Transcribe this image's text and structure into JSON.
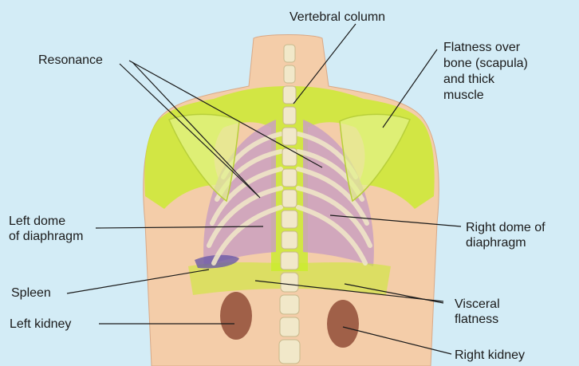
{
  "labels": {
    "vertebral_column": "Vertebral column",
    "resonance": "Resonance",
    "flatness_bone": "Flatness over\nbone (scapula)\nand thick\nmuscle",
    "left_dome": "Left dome\nof diaphragm",
    "right_dome": "Right dome of\ndiaphragm",
    "spleen": "Spleen",
    "visceral_flatness": "Visceral\nflatness",
    "left_kidney": "Left kidney",
    "right_kidney": "Right kidney"
  },
  "colors": {
    "background": "#d3ecf6",
    "skin": "#f4cda9",
    "flatness_highlight": "#c9ec2a",
    "lung": "#caa0c0",
    "rib": "#efe6c8",
    "kidney": "#a06048",
    "spleen": "#6a5aa6"
  }
}
